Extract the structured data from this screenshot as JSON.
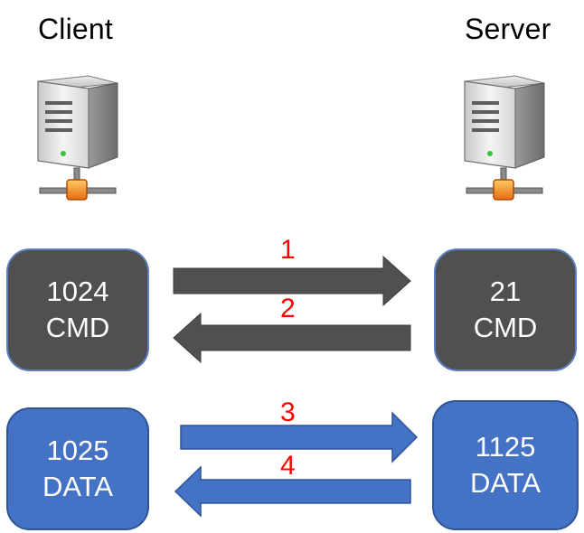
{
  "client": {
    "title": "Client"
  },
  "server": {
    "title": "Server"
  },
  "boxes": {
    "client_cmd": {
      "port": "1024",
      "label": "CMD"
    },
    "server_cmd": {
      "port": "21",
      "label": "CMD"
    },
    "client_data": {
      "port": "1025",
      "label": "DATA"
    },
    "server_data": {
      "port": "1125",
      "label": "DATA"
    }
  },
  "steps": [
    "1",
    "2",
    "3",
    "4"
  ],
  "colors": {
    "cmd": "#505050",
    "data": "#4472c4",
    "step_number": "#ff0000"
  }
}
